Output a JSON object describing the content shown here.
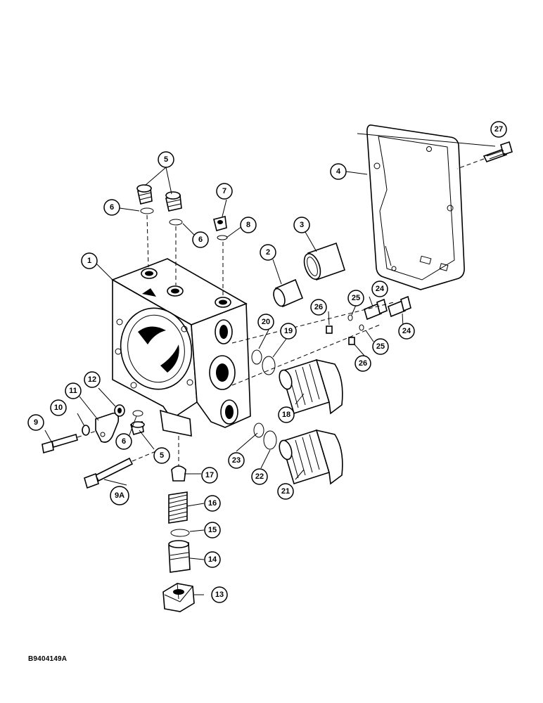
{
  "figure_id": "B9404149A",
  "callouts": {
    "c1": "1",
    "c2": "2",
    "c3": "3",
    "c4": "4",
    "c5a": "5",
    "c5b": "5",
    "c6a": "6",
    "c6b": "6",
    "c6c": "6",
    "c7": "7",
    "c8": "8",
    "c9": "9",
    "c9a": "9A",
    "c10": "10",
    "c11": "11",
    "c12": "12",
    "c13": "13",
    "c14": "14",
    "c15": "15",
    "c16": "16",
    "c17": "17",
    "c18": "18",
    "c19": "19",
    "c20": "20",
    "c21": "21",
    "c22": "22",
    "c23": "23",
    "c24a": "24",
    "c24b": "24",
    "c25a": "25",
    "c25b": "25",
    "c26a": "26",
    "c26b": "26",
    "c27": "27"
  }
}
